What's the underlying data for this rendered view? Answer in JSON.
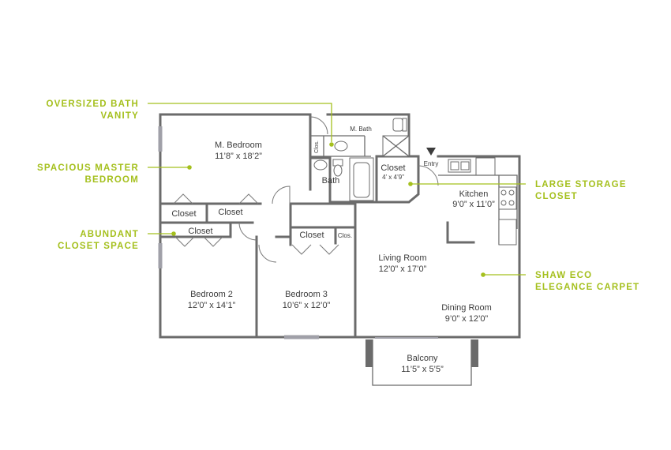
{
  "accent_color": "#a5c01e",
  "wall_color": "#6b6b6b",
  "rooms": {
    "master_bedroom": {
      "name": "M. Bedroom",
      "size": "11’8” x 18’2”"
    },
    "master_bath": {
      "name": "M. Bath"
    },
    "master_closet_small": {
      "name": "Clos."
    },
    "hall_bath": {
      "name": "Bath"
    },
    "storage_closet": {
      "name": "Closet",
      "size": "4’ x 4’9”"
    },
    "entry": {
      "name": "Entry"
    },
    "kitchen": {
      "name": "Kitchen",
      "size": "9’0” x 11’0”"
    },
    "closet_left": {
      "name": "Closet"
    },
    "closet_right": {
      "name": "Closet"
    },
    "closet_bedroom2": {
      "name": "Closet"
    },
    "closet_bedroom3": {
      "name": "Closet"
    },
    "closet_small_b3": {
      "name": "Clos."
    },
    "living_room": {
      "name": "Living Room",
      "size": "12’0” x 17’0”"
    },
    "dining_room": {
      "name": "Dining Room",
      "size": "9’0” x 12’0”"
    },
    "bedroom2": {
      "name": "Bedroom 2",
      "size": "12’0” x 14’1”"
    },
    "bedroom3": {
      "name": "Bedroom 3",
      "size": "10’6” x 12’0”"
    },
    "balcony": {
      "name": "Balcony",
      "size": "11’5” x 5’5”"
    }
  },
  "callouts": {
    "bath_vanity": [
      "OVERSIZED BATH",
      "VANITY"
    ],
    "master_bedroom": [
      "SPACIOUS MASTER",
      "BEDROOM"
    ],
    "closet_space": [
      "ABUNDANT",
      "CLOSET SPACE"
    ],
    "storage_closet": [
      "LARGE STORAGE",
      "CLOSET"
    ],
    "carpet": [
      "SHAW ECO",
      "ELEGANCE CARPET"
    ]
  }
}
